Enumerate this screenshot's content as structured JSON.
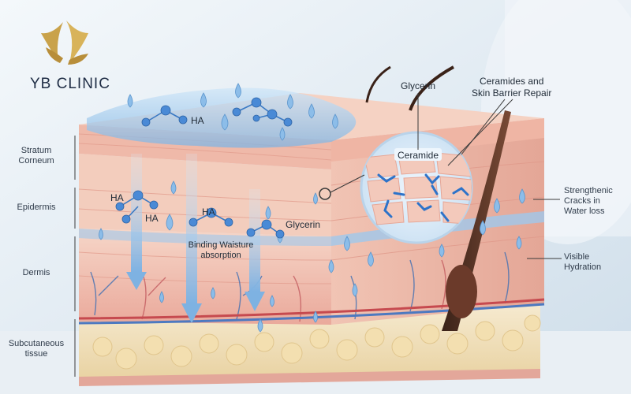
{
  "brand": {
    "name": "YB CLINIC"
  },
  "layers": [
    {
      "id": "stratum-corneum",
      "text": "Stratum\nCorneum"
    },
    {
      "id": "epidermis",
      "text": "Epidermis"
    },
    {
      "id": "dermis",
      "text": "Dermis"
    },
    {
      "id": "subcutaneous",
      "text": "Subcutaneous\ntissue"
    }
  ],
  "callouts": {
    "glycerin_top": "Glycerin",
    "ceramides": "Ceramides and\nSkin Barrier Repair",
    "ceramide_zoom": "Ceramide",
    "strengthening": "Strengthenic\nCracks in\nWater loss",
    "visible_hydration": "Visible\nHydration"
  },
  "molecules": {
    "ha_top": "HA",
    "ha_left_1": "HA",
    "ha_left_2": "HA",
    "ha_left_3": "HA",
    "glycerin_mid": "Glycerin",
    "binding": "Binding Waisture\nabsorption"
  },
  "colors": {
    "background": "#dfe9f1",
    "skin": "#f2c6b4",
    "skin_dark": "#e5a898",
    "water": "#7fb4e3",
    "fat": "#f3e3b6",
    "logo_gold": "#c9a24a"
  }
}
